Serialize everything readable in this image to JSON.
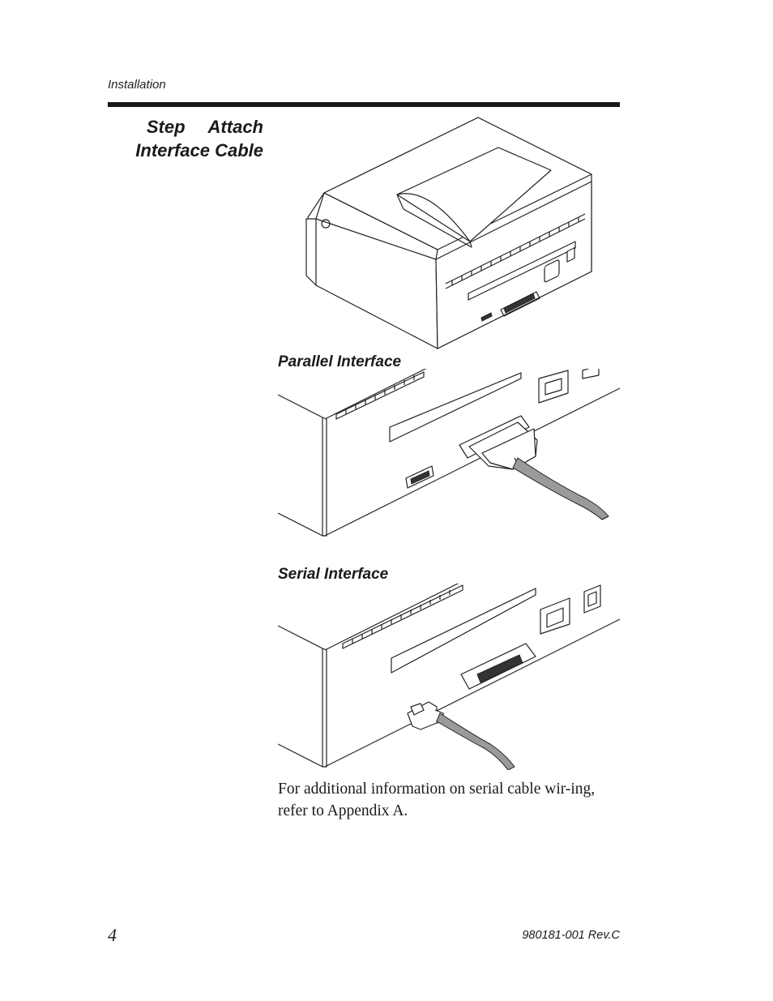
{
  "header": {
    "section": "Installation"
  },
  "step": {
    "word": "Step",
    "title_line1": "Attach",
    "title_line2": "Interface Cable"
  },
  "figures": {
    "parallel_label": "Parallel Interface",
    "serial_label": "Serial Interface"
  },
  "note": "For additional information on serial cable wir-ing, refer to Appendix A.",
  "footer": {
    "page_number": "4",
    "document_number": "980181-001 Rev.C"
  }
}
